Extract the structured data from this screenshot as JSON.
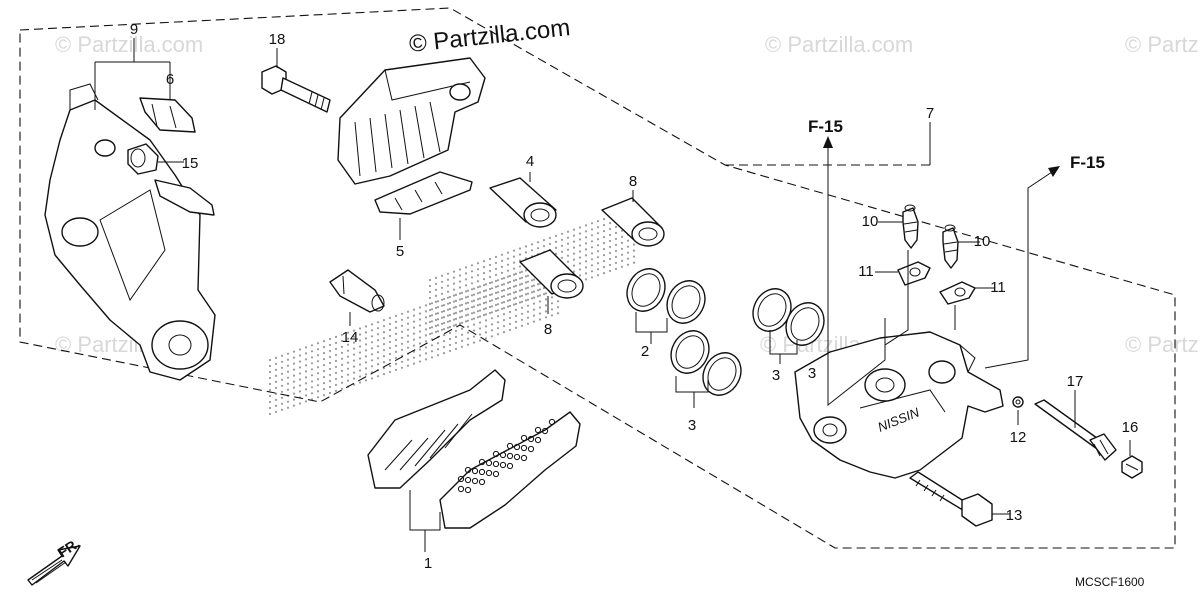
{
  "diagram": {
    "code": "MCSCF1600",
    "direction_marker": "FR.",
    "ref_label": "F-15",
    "watermark_main": "© Partzilla.com",
    "watermark_faint": "© Partzilla.com",
    "callouts": [
      "1",
      "2",
      "3",
      "3",
      "3",
      "4",
      "5",
      "6",
      "7",
      "8",
      "8",
      "9",
      "10",
      "10",
      "11",
      "11",
      "12",
      "13",
      "14",
      "15",
      "16",
      "17",
      "18"
    ]
  }
}
